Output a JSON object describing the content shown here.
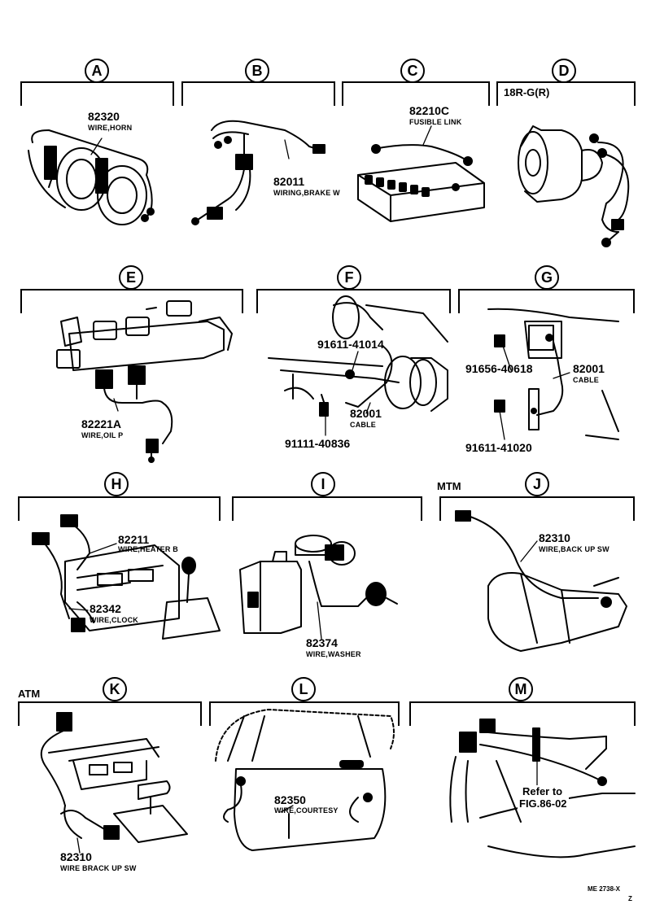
{
  "sections": {
    "A": {
      "letter": "A",
      "part": "82320",
      "desc": "WIRE,HORN"
    },
    "B": {
      "letter": "B",
      "part": "82011",
      "desc": "WIRING,BRAKE W"
    },
    "C": {
      "letter": "C",
      "part": "82210C",
      "desc": "FUSIBLE LINK"
    },
    "D": {
      "letter": "D",
      "note": "18R-G(R)"
    },
    "E": {
      "letter": "E",
      "part": "82221A",
      "desc": "WIRE,OIL P"
    },
    "F": {
      "letter": "F",
      "part1": "91611-41014",
      "part2": "82001",
      "desc2": "CABLE",
      "part3": "91111-40836"
    },
    "G": {
      "letter": "G",
      "part1": "91656-40618",
      "part2": "82001",
      "desc2": "CABLE",
      "part3": "91611-41020"
    },
    "H": {
      "letter": "H",
      "part1": "82211",
      "desc1": "WIRE,HEATER B",
      "part2": "82342",
      "desc2": "WIRE,CLOCK"
    },
    "I": {
      "letter": "I",
      "part": "82374",
      "desc": "WIRE,WASHER"
    },
    "J": {
      "letter": "J",
      "variant": "MTM",
      "part": "82310",
      "desc": "WIRE,BACK UP SW"
    },
    "K": {
      "letter": "K",
      "variant": "ATM",
      "part": "82310",
      "desc": "WIRE BRACK UP SW"
    },
    "L": {
      "letter": "L",
      "part": "82350",
      "desc": "WIRE,COURTESY"
    },
    "M": {
      "letter": "M",
      "ref_line1": "Refer to",
      "ref_line2": "FIG.86-02"
    }
  },
  "footer_code": "ME 2738-X",
  "footer_sub": "Z"
}
